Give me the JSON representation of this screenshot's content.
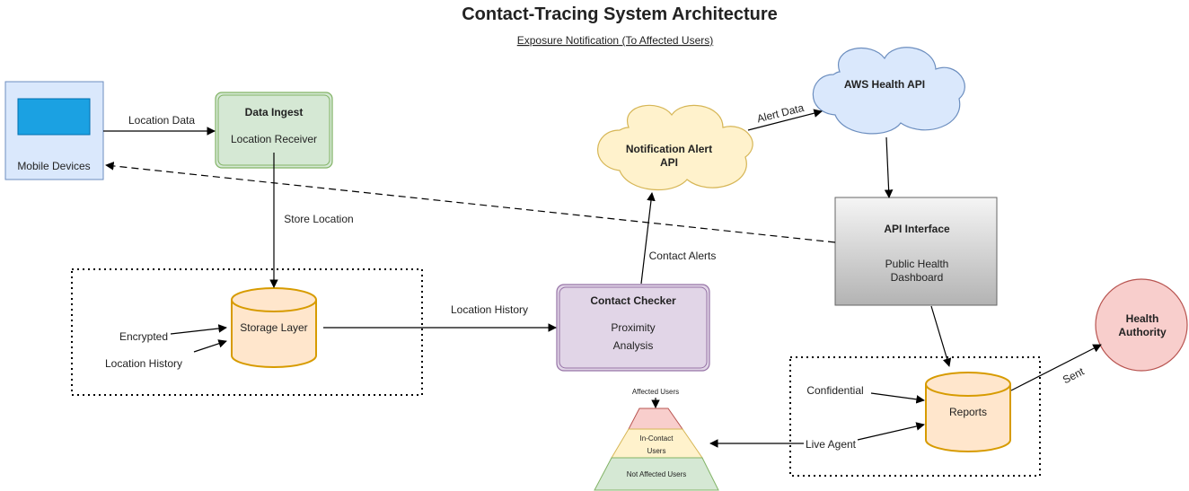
{
  "title": "Contact-Tracing System Architecture",
  "subtitle": "Exposure Notification (To Affected Users)",
  "nodes": {
    "mobile": {
      "label": "Mobile Devices"
    },
    "ingest": {
      "title": "Data Ingest",
      "subtitle": "Location Receiver"
    },
    "storage": {
      "label": "Storage Layer"
    },
    "checker": {
      "title": "Contact Checker",
      "line1": "Proximity",
      "line2": "Analysis"
    },
    "notify": {
      "line1": "Notification Alert",
      "line2": "API"
    },
    "aws": {
      "label": "AWS Health API"
    },
    "api": {
      "title": "API Interface",
      "line1": "Public Health",
      "line2": "Dashboard"
    },
    "reports": {
      "label": "Reports"
    },
    "health": {
      "line1": "Health",
      "line2": "Authority"
    }
  },
  "pyramid": {
    "top_label": "Affected Users",
    "mid_line1": "In-Contact",
    "mid_line2": "Users",
    "bottom_label": "Not Affected Users"
  },
  "edges": {
    "location_data": "Location Data",
    "store_location": "Store Location",
    "location_history": "Location History",
    "contact_alerts": "Contact Alerts",
    "alert_data": "Alert Data",
    "sent": "Sent",
    "encrypted": "Encrypted",
    "location_history_note": "Location History",
    "confidential": "Confidential",
    "live_agent": "Live Agent"
  },
  "colors": {
    "mobile_fill": "#dae8fc",
    "mobile_stroke": "#6c8ebf",
    "screen_fill": "#1ba1e2",
    "ingest_fill": "#d5e8d4",
    "ingest_stroke": "#82b366",
    "storage_fill": "#ffe6cc",
    "storage_stroke": "#d79b00",
    "checker_fill": "#e1d5e7",
    "checker_stroke": "#9673a6",
    "notify_fill": "#fff2cc",
    "notify_stroke": "#d6b656",
    "aws_fill": "#dae8fc",
    "aws_stroke": "#6c8ebf",
    "health_fill": "#f8cecc",
    "health_stroke": "#b85450"
  }
}
